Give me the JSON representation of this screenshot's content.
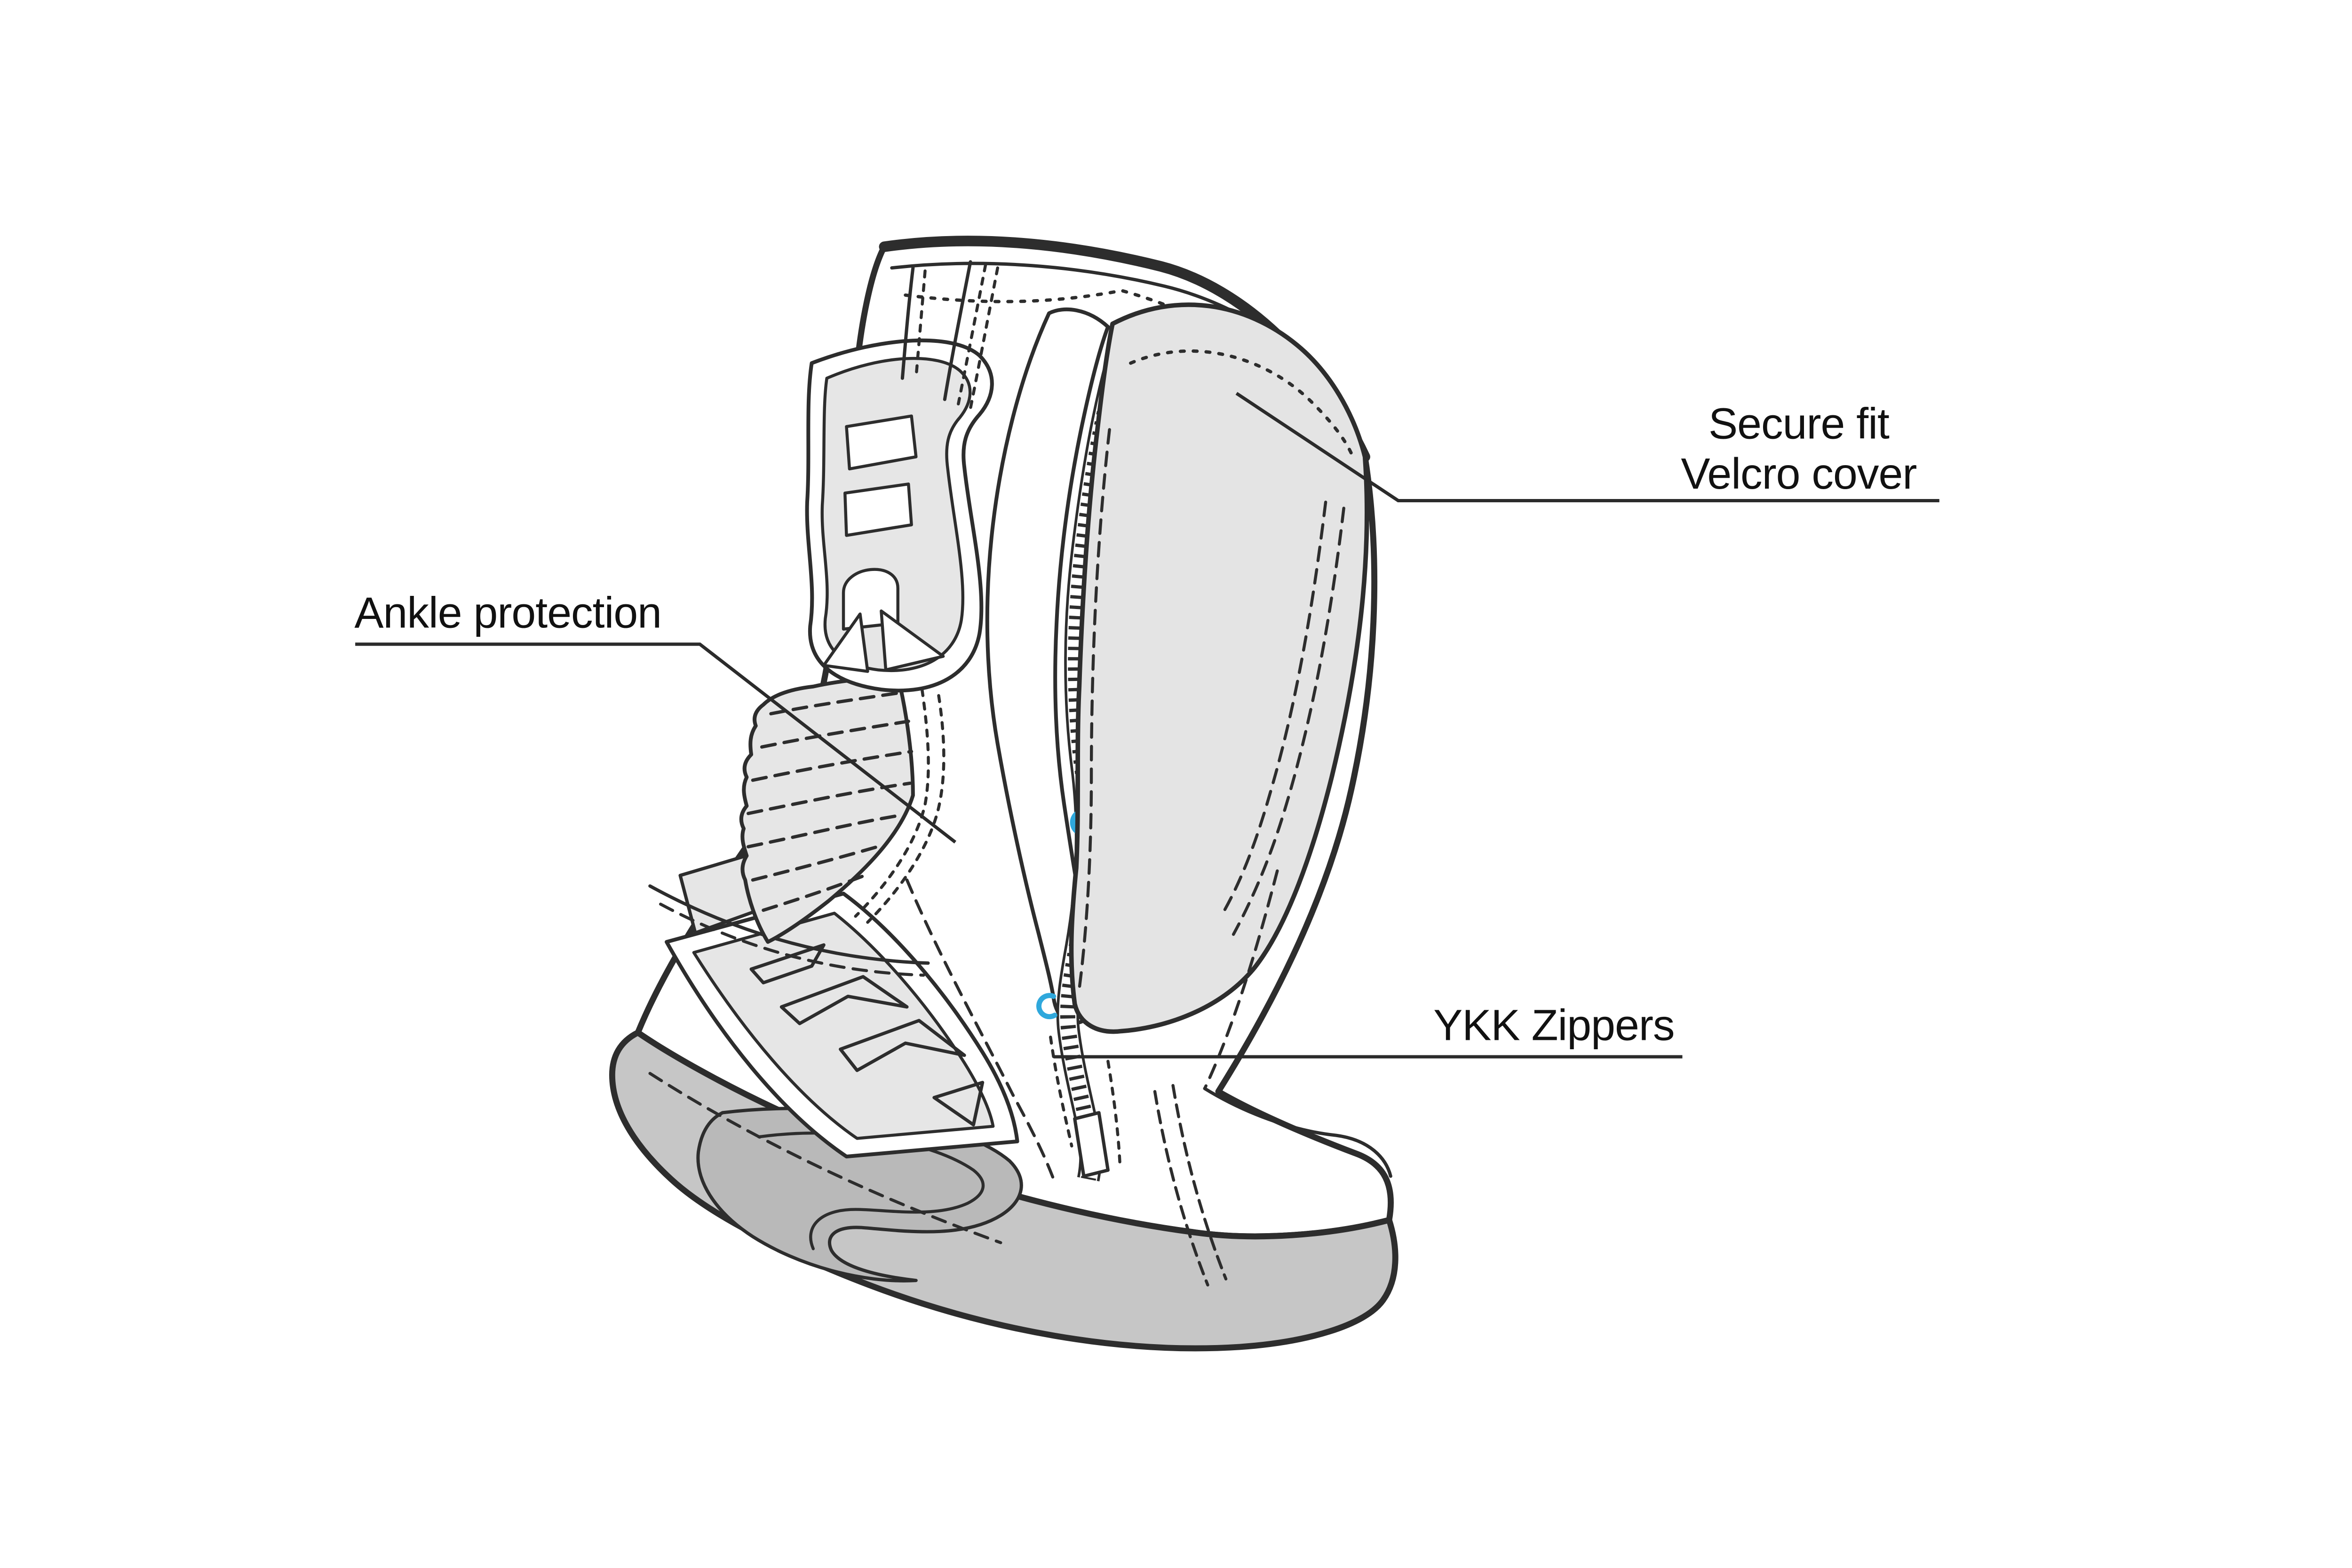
{
  "annotations": {
    "secure_fit": {
      "line1": "Secure fit",
      "line2": "Velcro cover"
    },
    "ankle_protection": {
      "label": "Ankle protection"
    },
    "ykk_zippers": {
      "label": "YKK Zippers"
    }
  },
  "colors": {
    "background": "#ffffff",
    "outline": "#2d2d2d",
    "label_text": "#111111",
    "panel_light_gray": "#e6e6e6",
    "velcro_cover_gray": "#e4e4e4",
    "gusset_gray": "#b6b1b1",
    "sole_gray": "#c6c6c6",
    "tread_gray": "#b9b9b9",
    "zipper_accent_blue": "#2fa8dc"
  }
}
